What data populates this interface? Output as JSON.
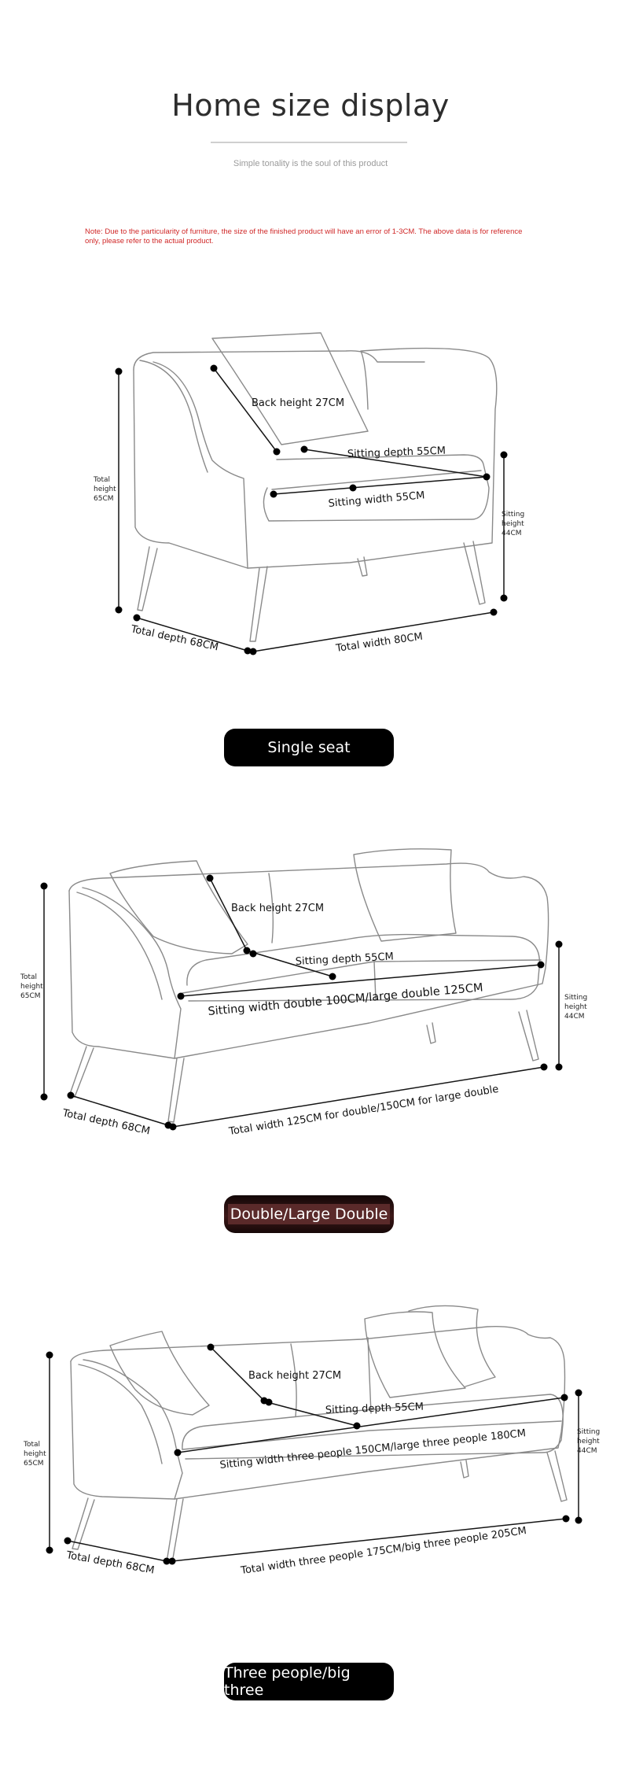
{
  "header": {
    "title": "Home size display",
    "subtitle": "Simple tonality is the soul of this product",
    "note": "Note: Due to the particularity of furniture, the size of the finished product will have an error of 1-3CM. The above data is for reference only, please refer to the actual product."
  },
  "single": {
    "back_height": "Back height 27CM",
    "sitting_depth": "Sitting depth 55CM",
    "sitting_width": "Sitting width 55CM",
    "total_height_l1": "Total",
    "total_height_l2": "height",
    "total_height_l3": "65CM",
    "sitting_height_l1": "Sitting",
    "sitting_height_l2": "height",
    "sitting_height_l3": "44CM",
    "total_depth": "Total depth 68CM",
    "total_width": "Total width 80CM",
    "button_label": "Single seat"
  },
  "double": {
    "back_height": "Back height 27CM",
    "sitting_depth": "Sitting depth 55CM",
    "sitting_width": "Sitting width double 100CM/large double 125CM",
    "total_height_l1": "Total",
    "total_height_l2": "height",
    "total_height_l3": "65CM",
    "sitting_height_l1": "Sitting",
    "sitting_height_l2": "height",
    "sitting_height_l3": "44CM",
    "total_depth": "Total depth 68CM",
    "total_width": "Total width 125CM for double/150CM for large double",
    "button_label": "Double/Large Double"
  },
  "triple": {
    "back_height": "Back height 27CM",
    "sitting_depth": "Sitting depth 55CM",
    "sitting_width": "Sitting width three people 150CM/large three people 180CM",
    "total_height_l1": "Total",
    "total_height_l2": "height",
    "total_height_l3": "65CM",
    "sitting_height_l1": "Sitting",
    "sitting_height_l2": "height",
    "sitting_height_l3": "44CM",
    "total_depth": "Total depth 68CM",
    "total_width": "Total width three people 175CM/big three people 205CM",
    "button_label": "Three people/big three"
  },
  "colors": {
    "note_red": "#d02828",
    "pill_bg": "#000000",
    "pill_text": "#ffffff",
    "sofa_outline": "#8a8a8a"
  }
}
